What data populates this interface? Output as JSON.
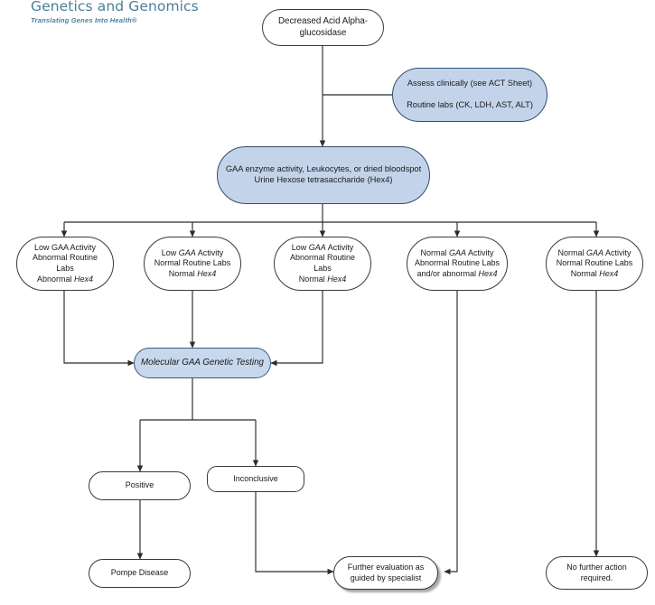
{
  "logo": {
    "title": "Genetics and Genomics",
    "tagline": "Translating Genes Into Health®",
    "color": "#4a7f99"
  },
  "diagram": {
    "title": "Decreased Acid Alpha-glucosidase diagnostic algorithm",
    "colors": {
      "node_fill": "#ffffff",
      "highlight_fill": "#c3d4ea",
      "border": "#3a3a3a",
      "edge": "#2b2b2b",
      "text": "#1a1a1a"
    },
    "nodes": [
      {
        "id": "start",
        "name": "decreased-acid-alpha-glucosidase-node",
        "shape": "pill",
        "fill": "white",
        "lines": [
          "Decreased Acid Alpha-",
          "glucosidase"
        ]
      },
      {
        "id": "assess",
        "name": "assess-clinically-node",
        "shape": "pill",
        "fill": "blue",
        "lines": [
          "Assess clinically (see ACT Sheet)",
          "Routine labs (CK, LDH, AST, ALT)"
        ]
      },
      {
        "id": "enzyme",
        "name": "gaa-enzyme-activity-node",
        "shape": "pill",
        "fill": "blue",
        "lines": [
          "GAA enzyme activity, Leukocytes, or dried bloodspot",
          "Urine Hexose tetrasaccharide (Hex4)"
        ]
      },
      {
        "id": "r1",
        "name": "result-low-gaa-abnormal-labs-abnormal-hex4-node",
        "shape": "pill",
        "fill": "white",
        "lines": [
          "Low GAA Activity",
          "Abnormal Routine Labs",
          "Abnormal Hex4"
        ]
      },
      {
        "id": "r2",
        "name": "result-low-gaa-normal-labs-normal-hex4-node",
        "shape": "pill",
        "fill": "white",
        "lines": [
          "Low GAA Activity",
          "Normal Routine Labs",
          "Normal Hex4"
        ]
      },
      {
        "id": "r3",
        "name": "result-low-gaa-abnormal-labs-normal-hex4-node",
        "shape": "pill",
        "fill": "white",
        "lines": [
          "Low GAA Activity",
          "Abnormal Routine Labs",
          "Normal Hex4"
        ]
      },
      {
        "id": "r4",
        "name": "result-normal-gaa-abnormal-labs-node",
        "shape": "pill",
        "fill": "white",
        "lines": [
          "Normal GAA  Activity",
          "Abnormal Routine Labs",
          "and/or abnormal Hex4"
        ]
      },
      {
        "id": "r5",
        "name": "result-normal-gaa-normal-labs-normal-hex4-node",
        "shape": "pill",
        "fill": "white",
        "lines": [
          "Normal GAA  Activity",
          "Normal Routine Labs",
          "Normal Hex4"
        ]
      },
      {
        "id": "molecular",
        "name": "molecular-gaa-genetic-testing-node",
        "shape": "pill",
        "fill": "blue",
        "italic": true,
        "lines": [
          "Molecular GAA Genetic Testing"
        ]
      },
      {
        "id": "positive",
        "name": "positive-node",
        "shape": "pill",
        "fill": "white",
        "lines": [
          "Positive"
        ]
      },
      {
        "id": "inconclusive",
        "name": "inconclusive-node",
        "shape": "rounded-rect",
        "fill": "white",
        "lines": [
          "Inconclusive"
        ]
      },
      {
        "id": "pompe",
        "name": "pompe-disease-node",
        "shape": "pill",
        "fill": "white",
        "lines": [
          "Pompe Disease"
        ]
      },
      {
        "id": "further",
        "name": "further-evaluation-node",
        "shape": "pill",
        "fill": "white",
        "shadow": true,
        "lines": [
          "Further evaluation as",
          "guided by specialist"
        ]
      },
      {
        "id": "nofurther",
        "name": "no-further-action-node",
        "shape": "pill",
        "fill": "white",
        "lines": [
          "No further action",
          "required."
        ]
      }
    ],
    "edges": [
      {
        "name": "edge-start-to-enzyme",
        "from": "start",
        "to": "enzyme",
        "arrow": true
      },
      {
        "name": "edge-assess-to-trunk",
        "from": "assess",
        "to": "start-trunk",
        "arrow": false
      },
      {
        "name": "edge-enzyme-to-r1",
        "from": "enzyme",
        "to": "r1",
        "arrow": true
      },
      {
        "name": "edge-enzyme-to-r2",
        "from": "enzyme",
        "to": "r2",
        "arrow": true
      },
      {
        "name": "edge-enzyme-to-r3",
        "from": "enzyme",
        "to": "r3",
        "arrow": true
      },
      {
        "name": "edge-enzyme-to-r4",
        "from": "enzyme",
        "to": "r4",
        "arrow": true
      },
      {
        "name": "edge-enzyme-to-r5",
        "from": "enzyme",
        "to": "r5",
        "arrow": true
      },
      {
        "name": "edge-r1-to-molecular",
        "from": "r1",
        "to": "molecular",
        "arrow": true
      },
      {
        "name": "edge-r2-to-molecular",
        "from": "r2",
        "to": "molecular",
        "arrow": true
      },
      {
        "name": "edge-r3-to-molecular",
        "from": "r3",
        "to": "molecular",
        "arrow": true
      },
      {
        "name": "edge-r4-to-further",
        "from": "r4",
        "to": "further",
        "arrow": true
      },
      {
        "name": "edge-r5-to-nofurther",
        "from": "r5",
        "to": "nofurther",
        "arrow": true
      },
      {
        "name": "edge-molecular-to-positive",
        "from": "molecular",
        "to": "positive",
        "arrow": true
      },
      {
        "name": "edge-molecular-to-inconclusive",
        "from": "molecular",
        "to": "inconclusive",
        "arrow": true
      },
      {
        "name": "edge-positive-to-pompe",
        "from": "positive",
        "to": "pompe",
        "arrow": true
      },
      {
        "name": "edge-inconclusive-to-further",
        "from": "inconclusive",
        "to": "further",
        "arrow": true
      }
    ]
  }
}
